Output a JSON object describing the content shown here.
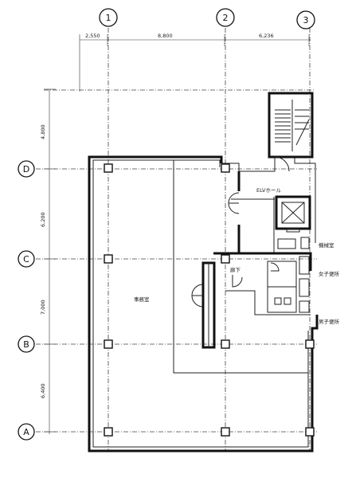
{
  "grid_axes": {
    "columns": [
      "1",
      "2",
      "3"
    ],
    "rows": [
      "D",
      "C",
      "B",
      "A"
    ]
  },
  "dimensions": {
    "top": [
      "2,550",
      "8,800",
      "6,236"
    ],
    "left": [
      "4,800",
      "6,200",
      "7,000",
      "6,400"
    ]
  },
  "rooms": {
    "main_office": "事務室",
    "elevator_hall": "ELVホール",
    "corridor": "廊下",
    "room_right_1": "機械室",
    "room_right_2": "女子便所",
    "room_right_3": "男子便所"
  }
}
